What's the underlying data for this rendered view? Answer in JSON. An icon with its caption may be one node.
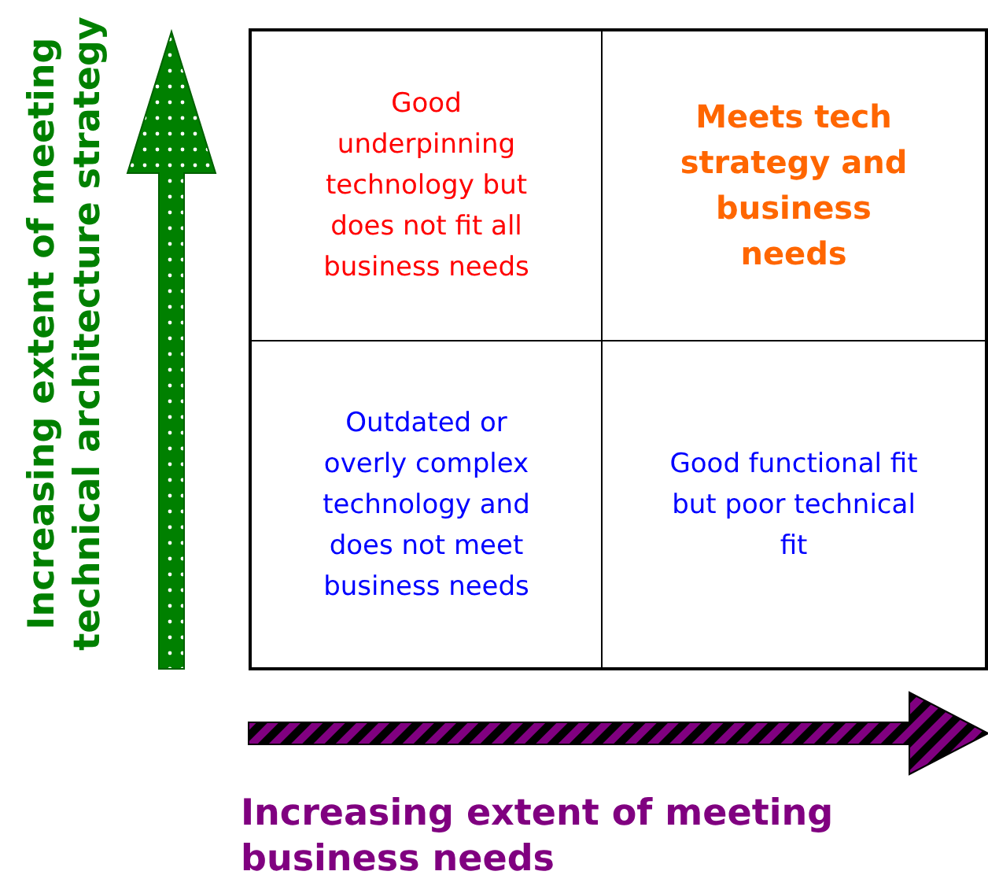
{
  "diagram": {
    "nodes": [
      {
        "text": [
          "Good underpinning technology but does not fit all business needs"
        ]
      },
      {
        "text": [
          "Meets tech strategy and business needs"
        ]
      },
      {
        "text": [
          "Outdated or overly complex technology and does not meet business needs"
        ]
      },
      {
        "text": [
          "Good functional fit but poor technical fit"
        ]
      }
    ],
    "edges": [],
    "labels": [
      "Increasing extent of meeting technical architecture strategy",
      "Increasing extent of meeting business needs"
    ]
  }
}
